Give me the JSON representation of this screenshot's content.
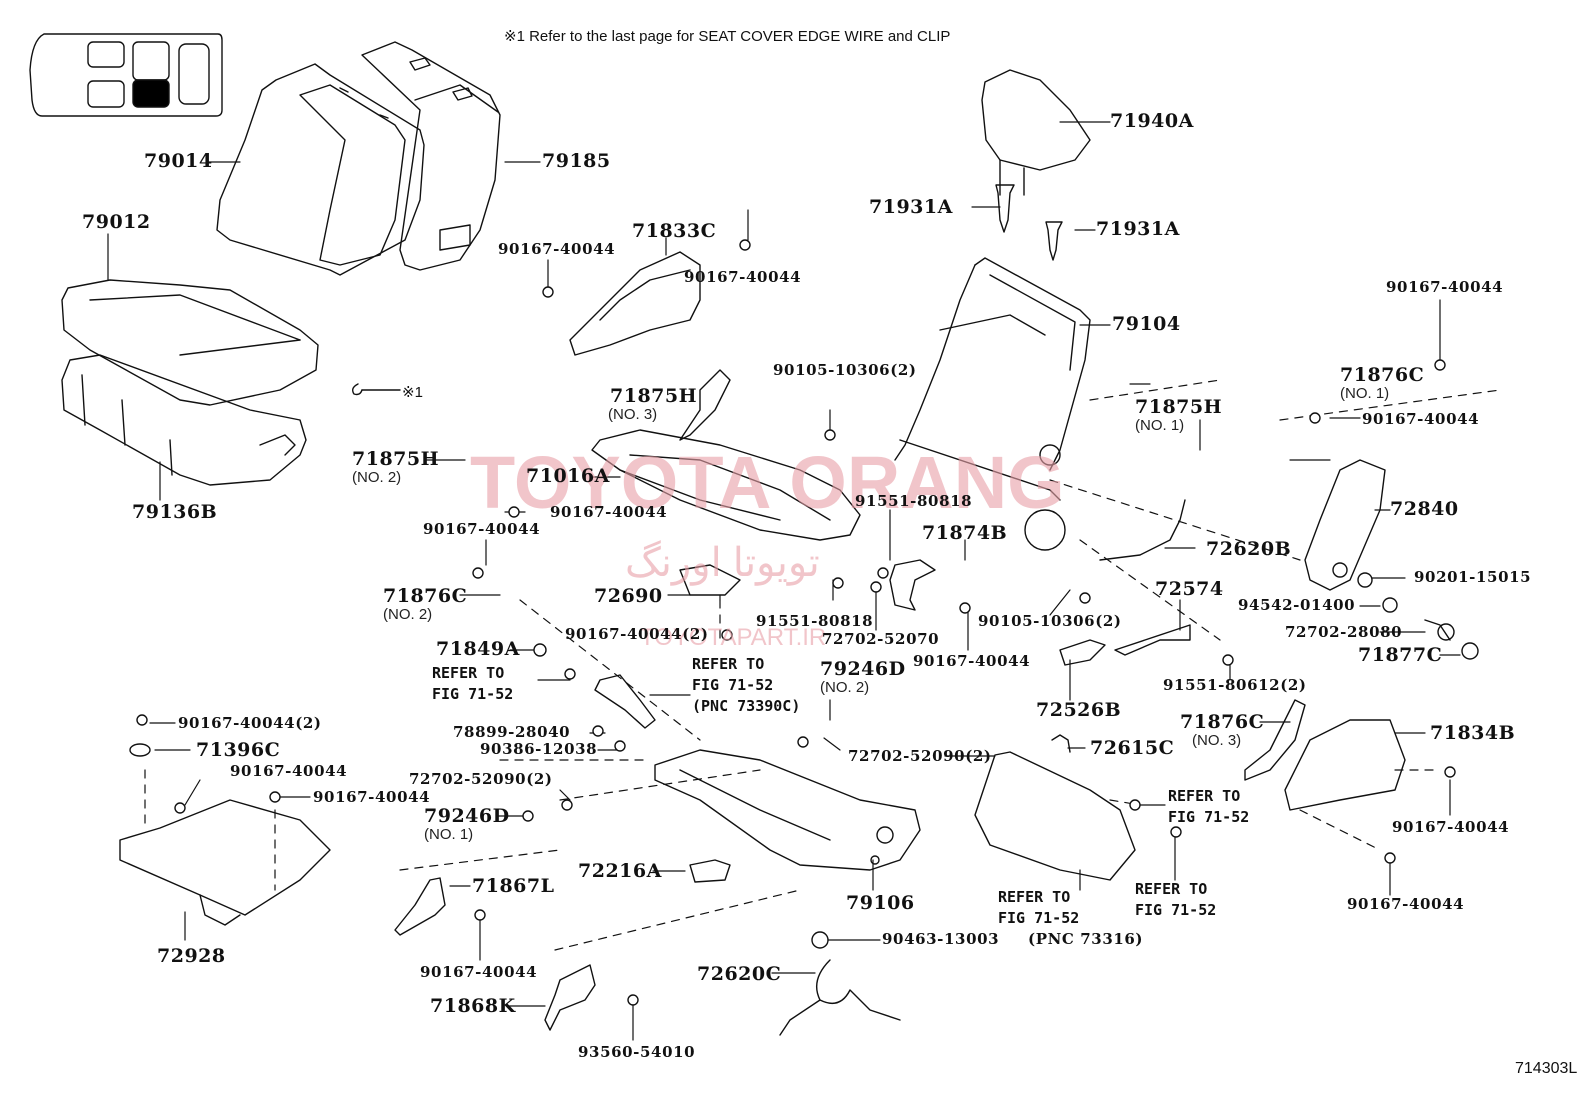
{
  "header_note": "※1 Refer to the last page for SEAT COVER EDGE WIRE and CLIP",
  "figure_number": "714303L",
  "watermarks": {
    "main": "TOYOTA ORANG",
    "persian": "تویوتا اورنگ",
    "site": "TOYOTAPART.IR"
  },
  "callout_mark": "※1",
  "locator_icon": {
    "highlighted_cell": "bottom-middle",
    "highlight_color": "#000000"
  },
  "parts": {
    "p79014": "79014",
    "p79185": "79185",
    "p79012": "79012",
    "p79136B": "79136B",
    "p71833C": "71833C",
    "p71940A": "71940A",
    "p71931A_1": "71931A",
    "p71931A_2": "71931A",
    "p79104": "79104",
    "p71876C_1": "71876C",
    "p71876C_1_sub": "(NO. 1)",
    "p71875H_1": "71875H",
    "p71875H_1_sub": "(NO. 1)",
    "p71875H_3": "71875H",
    "p71875H_3_sub": "(NO. 3)",
    "p71875H_2": "71875H",
    "p71875H_2_sub": "(NO. 2)",
    "p71016A": "71016A",
    "p91551_80818_a": "91551-80818",
    "p91551_80818_b": "91551-80818",
    "p71874B": "71874B",
    "p72840": "72840",
    "p72620B": "72620B",
    "p90201_15015": "90201-15015",
    "p94542_01400": "94542-01400",
    "p72702_28080": "72702-28080",
    "p71877C": "71877C",
    "p72574": "72574",
    "p90105_10306_a": "90105-10306(2)",
    "p90105_10306_b": "90105-10306(2)",
    "p91551_80612": "91551-80612(2)",
    "p72690": "72690",
    "p71876C_2": "71876C",
    "p71876C_2_sub": "(NO. 2)",
    "p72702_52070": "72702-52070",
    "p71849A": "71849A",
    "p79246D_2": "79246D",
    "p79246D_2_sub": "(NO. 2)",
    "p72526B": "72526B",
    "p72615C": "72615C",
    "p71876C_3": "71876C",
    "p71876C_3_sub": "(NO. 3)",
    "p71834B": "71834B",
    "p78899_28040": "78899-28040",
    "p90386_12038": "90386-12038",
    "p72702_52090_a": "72702-52090(2)",
    "p72702_52090_b": "72702-52090(2)",
    "p71396C": "71396C",
    "p79246D_1": "79246D",
    "p79246D_1_sub": "(NO. 1)",
    "p72928": "72928",
    "p71867L": "71867L",
    "p72216A": "72216A",
    "p79106": "79106",
    "p90463_13003": "90463-13003",
    "p72620C": "72620C",
    "p71868K": "71868K",
    "p93560_54010": "93560-54010"
  },
  "bolts_90167_40044": [
    "90167-40044",
    "90167-40044",
    "90167-40044",
    "90167-40044",
    "90167-40044",
    "90167-40044",
    "90167-40044(2)",
    "90167-40044",
    "90167-40044(2)",
    "90167-40044",
    "90167-40044",
    "90167-40044",
    "90167-40044",
    "90167-40044"
  ],
  "references": {
    "r1": "REFER TO\nFIG 71-52",
    "r2": "REFER TO\nFIG 71-52\n(PNC 73390C)",
    "r3": "REFER TO\nFIG 71-52",
    "r4": "REFER TO\nFIG 71-52",
    "r5": "REFER TO\nFIG 71-52",
    "pnc73316": "(PNC 73316)"
  }
}
